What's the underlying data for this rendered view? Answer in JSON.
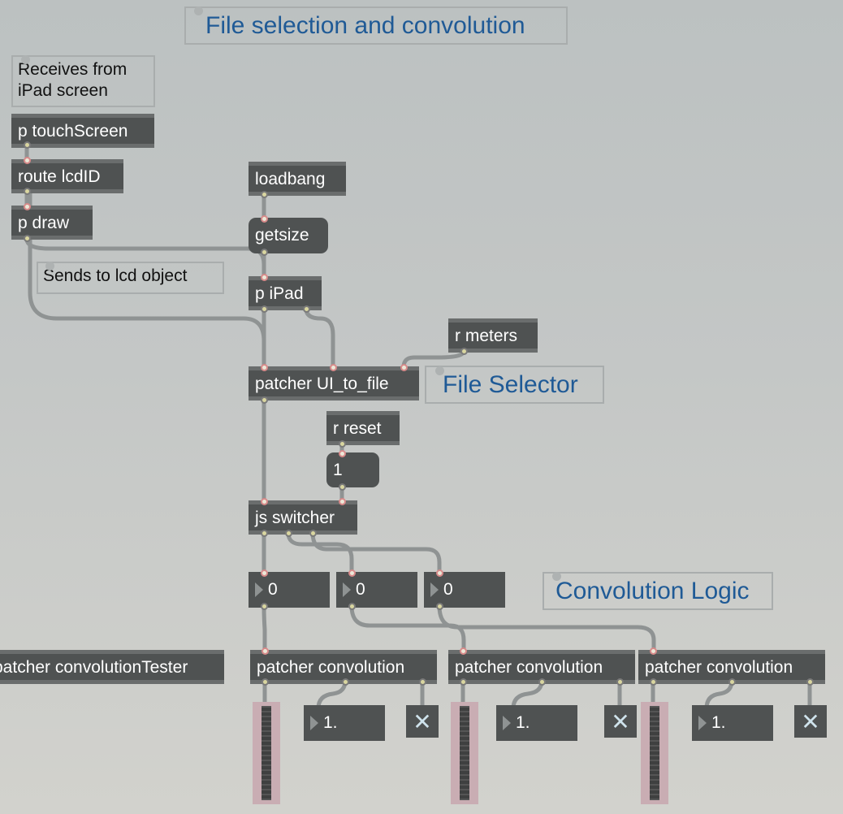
{
  "titles": {
    "file_selection": "File selection and convolution",
    "file_selector": "File Selector",
    "convolution_logic": "Convolution Logic"
  },
  "comments": {
    "receives": "Receives from iPad screen",
    "sends": "Sends to lcd object"
  },
  "objects": {
    "touchscreen": "p touchScreen",
    "route": "route lcdID",
    "draw": "p  draw",
    "loadbang": "loadbang",
    "getsize": "getsize",
    "ipad": "p iPad",
    "r_meters": "r meters",
    "ui_to_file": "patcher UI_to_file",
    "r_reset": "r reset",
    "msg_one": "1",
    "js_switcher": "js switcher",
    "conv_tester": "patcher convolutionTester",
    "conv1": "patcher convolution",
    "conv2": "patcher convolution",
    "conv3": "patcher convolution"
  },
  "numbers": {
    "int1": "0",
    "int2": "0",
    "int3": "0",
    "float1": "1.",
    "float2": "1.",
    "float3": "1."
  },
  "icons": {
    "toggle": "x-toggle-icon",
    "number_arrow": "triangle-right-icon"
  },
  "colors": {
    "title_blue": "#1f5a96",
    "object_bg": "#4f5252",
    "meter_frame": "#c9adb3"
  }
}
